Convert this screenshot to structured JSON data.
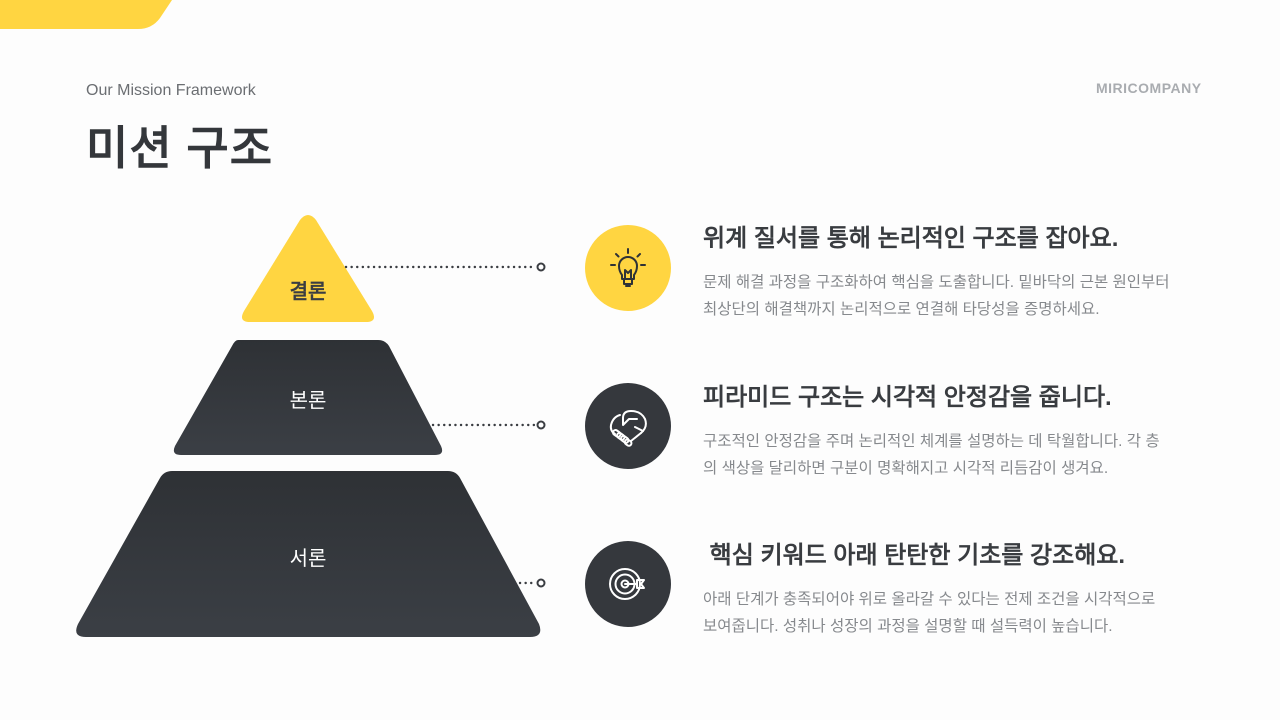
{
  "header": {
    "subtitle": "Our Mission Framework",
    "title": "미션 구조",
    "brand": "MIRICOMPANY"
  },
  "colors": {
    "accent_yellow": "#FFD541",
    "dark": "#35383D",
    "title_text": "#34373B",
    "body_text": "#86898D",
    "brand_text": "#A9ACB0"
  },
  "pyramid": {
    "tiers": [
      {
        "label": "결론",
        "color": "#FFD541"
      },
      {
        "label": "본론",
        "color": "#35383D"
      },
      {
        "label": "서론",
        "color": "#35383D"
      }
    ]
  },
  "items": [
    {
      "icon": "lightbulb-icon",
      "heading": "위계 질서를 통해 논리적인 구조를 잡아요.",
      "body_line1": "문제 해결 과정을 구조화하여 핵심을 도출합니다. 밑바닥의 근본 원인부터",
      "body_line2": "최상단의 해결책까지 논리적으로 연결해 타당성을 증명하세요."
    },
    {
      "icon": "handshake-icon",
      "heading": "피라미드 구조는 시각적 안정감을 줍니다.",
      "body_line1": "구조적인 안정감을 주며 논리적인 체계를 설명하는 데 탁월합니다. 각 층",
      "body_line2": "의 색상을 달리하면 구분이 명확해지고 시각적 리듬감이 생겨요."
    },
    {
      "icon": "target-icon",
      "heading": " 핵심 키워드 아래 탄탄한 기초를 강조해요.",
      "body_line1": "아래 단계가 충족되어야 위로 올라갈 수 있다는 전제 조건을 시각적으로",
      "body_line2": "보여줍니다. 성취나 성장의 과정을 설명할 때 설득력이 높습니다."
    }
  ]
}
